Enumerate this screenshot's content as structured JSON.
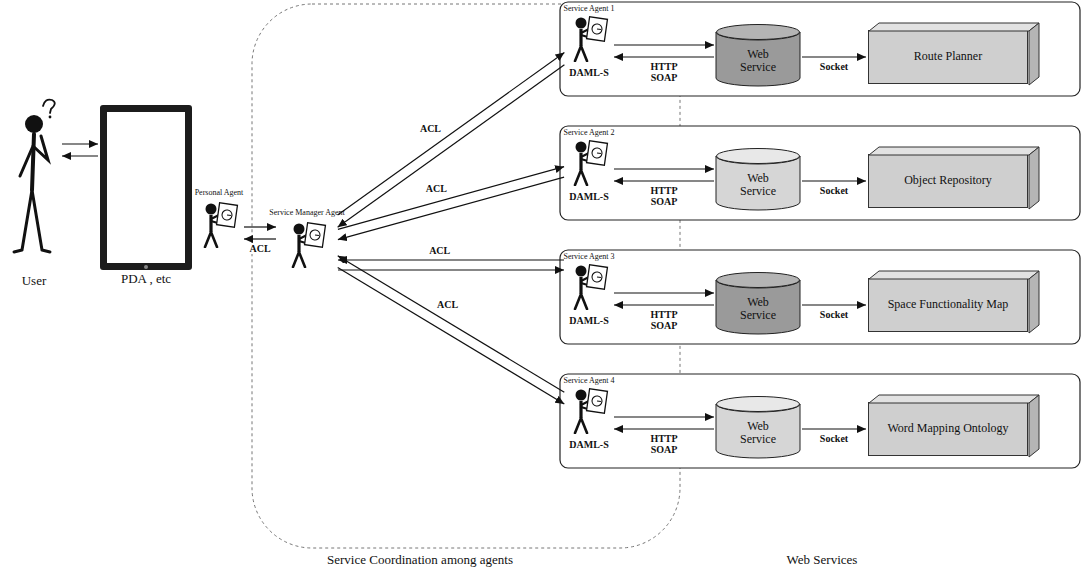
{
  "diagram": {
    "nodes": [
      {
        "text": [
          "User"
        ]
      },
      {
        "text": [
          "PDA , etc"
        ]
      },
      {
        "text": [
          "Personal Agent"
        ]
      },
      {
        "text": [
          "Service Manager Agent"
        ]
      },
      {
        "text": [
          "Service Agent 1",
          "DAML-S"
        ]
      },
      {
        "text": [
          "Web Service"
        ]
      },
      {
        "text": [
          "Route Planner"
        ]
      },
      {
        "text": [
          "Service Agent 2",
          "DAML-S"
        ]
      },
      {
        "text": [
          "Web Service"
        ]
      },
      {
        "text": [
          "Object Repository"
        ]
      },
      {
        "text": [
          "Service Agent 3",
          "DAML-S"
        ]
      },
      {
        "text": [
          "Web Service"
        ]
      },
      {
        "text": [
          "Space Functionality Map"
        ]
      },
      {
        "text": [
          "Service Agent 4",
          "DAML-S"
        ]
      },
      {
        "text": [
          "Web Service"
        ]
      },
      {
        "text": [
          "Word Mapping Ontology"
        ]
      }
    ],
    "edges": [
      {
        "from": 0,
        "to": 1,
        "arrow": "to"
      },
      {
        "from": 1,
        "to": 0,
        "arrow": "to"
      },
      {
        "from": 2,
        "to": 3,
        "arrow": "to"
      },
      {
        "from": 3,
        "to": 2,
        "arrow": "to",
        "label": "ACL"
      },
      {
        "from": 3,
        "to": 4,
        "arrow": "to",
        "label": "ACL"
      },
      {
        "from": 4,
        "to": 3,
        "arrow": "to"
      },
      {
        "from": 3,
        "to": 7,
        "arrow": "to",
        "label": "ACL"
      },
      {
        "from": 7,
        "to": 3,
        "arrow": "to"
      },
      {
        "from": 10,
        "to": 3,
        "arrow": "to",
        "label": "ACL"
      },
      {
        "from": 3,
        "to": 10,
        "arrow": "to"
      },
      {
        "from": 13,
        "to": 3,
        "arrow": "to",
        "label": "ACL"
      },
      {
        "from": 3,
        "to": 13,
        "arrow": "to"
      },
      {
        "from": 4,
        "to": 5,
        "arrow": "to"
      },
      {
        "from": 5,
        "to": 4,
        "arrow": "to",
        "label": "HTTP SOAP"
      },
      {
        "from": 5,
        "to": 6,
        "arrow": "to",
        "label": "Socket"
      },
      {
        "from": 7,
        "to": 8,
        "arrow": "to"
      },
      {
        "from": 8,
        "to": 7,
        "arrow": "to",
        "label": "HTTP SOAP"
      },
      {
        "from": 8,
        "to": 9,
        "arrow": "to",
        "label": "Socket"
      },
      {
        "from": 10,
        "to": 11,
        "arrow": "to"
      },
      {
        "from": 11,
        "to": 10,
        "arrow": "to",
        "label": "HTTP SOAP"
      },
      {
        "from": 11,
        "to": 12,
        "arrow": "to",
        "label": "Socket"
      },
      {
        "from": 13,
        "to": 14,
        "arrow": "to"
      },
      {
        "from": 14,
        "to": 13,
        "arrow": "to",
        "label": "HTTP SOAP"
      },
      {
        "from": 14,
        "to": 15,
        "arrow": "to",
        "label": "Socket"
      }
    ],
    "labels": [
      "Service Coordination among agents",
      "Web Services"
    ]
  }
}
